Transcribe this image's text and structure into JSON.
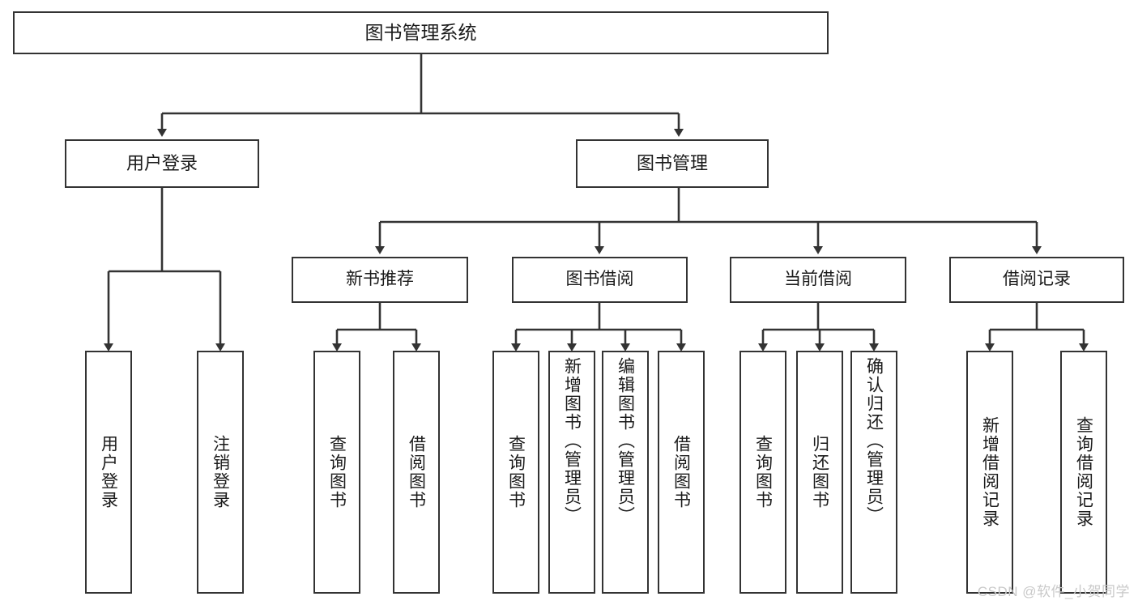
{
  "diagram": {
    "title": "图书管理系统",
    "type": "tree",
    "watermark": "CSDN @软件_小贺同学",
    "colors": {
      "stroke": "#333333",
      "fill": "#ffffff",
      "text": "#1a1a1a",
      "watermark": "#c9c9c9"
    },
    "root": {
      "label": "图书管理系统"
    },
    "level1": [
      {
        "label": "用户登录"
      },
      {
        "label": "图书管理"
      }
    ],
    "level2": [
      {
        "label": "新书推荐"
      },
      {
        "label": "图书借阅"
      },
      {
        "label": "当前借阅"
      },
      {
        "label": "借阅记录"
      }
    ],
    "leaves": {
      "user_login": [
        {
          "label": "用户登录"
        },
        {
          "label": "注销登录"
        }
      ],
      "new_book": [
        {
          "label": "查询图书"
        },
        {
          "label": "借阅图书"
        }
      ],
      "book_borrow": [
        {
          "label": "查询图书"
        },
        {
          "label": "新增图书（管理员）"
        },
        {
          "label": "编辑图书（管理员）"
        },
        {
          "label": "借阅图书"
        }
      ],
      "current_borrow": [
        {
          "label": "查询图书"
        },
        {
          "label": "归还图书"
        },
        {
          "label": "确认归还（管理员）"
        }
      ],
      "borrow_record": [
        {
          "label": "新增借阅记录"
        },
        {
          "label": "查询借阅记录"
        }
      ]
    }
  }
}
